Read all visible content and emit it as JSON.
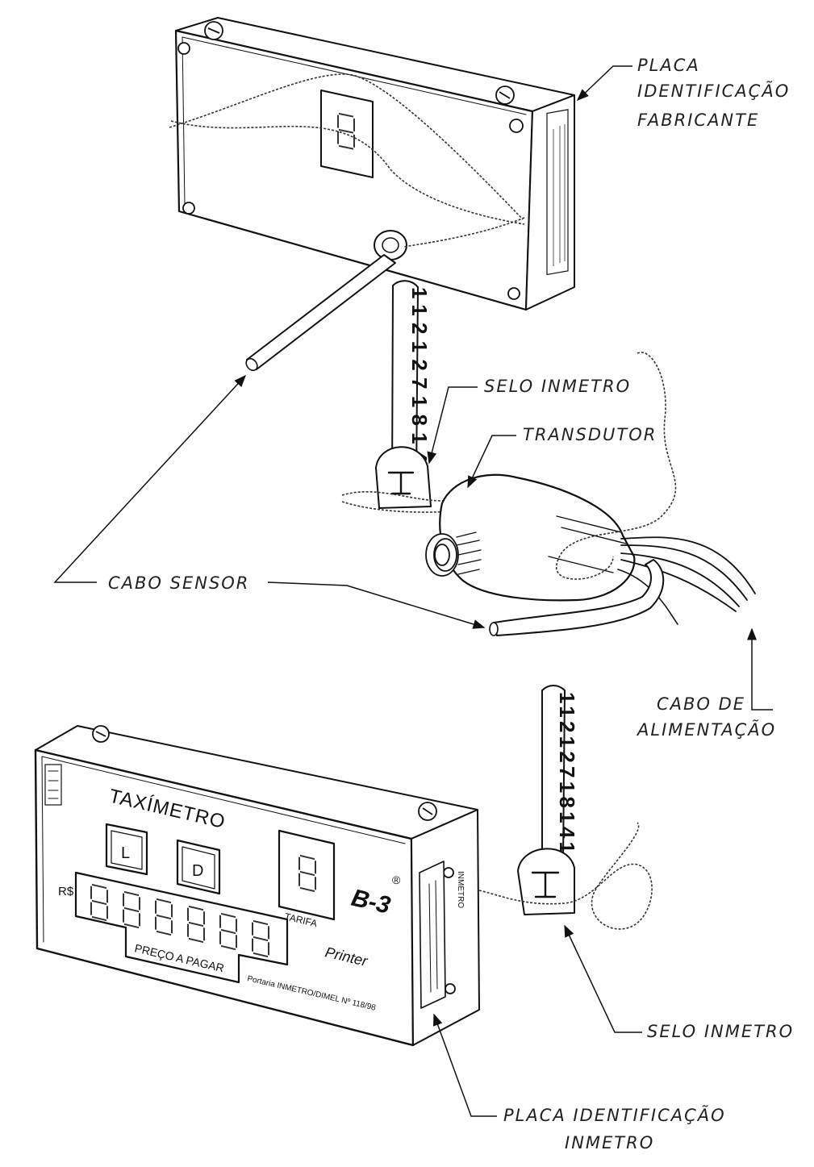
{
  "callouts": {
    "placa_fabricante": [
      "PLACA",
      "IDENTIFICAÇÃO",
      "FABRICANTE"
    ],
    "selo_top": "SELO INMETRO",
    "transdutor": "TRANSDUTOR",
    "cabo_sensor": "CABO SENSOR",
    "cabo_alimentacao": [
      "CABO DE",
      "ALIMENTAÇÃO"
    ],
    "selo_bottom": "SELO INMETRO",
    "placa_inmetro": [
      "PLACA IDENTIFICAÇÃO",
      "INMETRO"
    ]
  },
  "seal_tag_digits": "11212718141",
  "taximeter": {
    "title": "TAXÍMETRO",
    "button_l": "L",
    "button_d": "D",
    "tarifa_label": "TARIFA",
    "currency": "R$",
    "price_label": "PREÇO A PAGAR",
    "model": "B-3",
    "registered": "®",
    "brand_script": "Printer",
    "portaria": "Portaria INMETRO/DIMEL Nº 118/98",
    "side_plate": "INMETRO"
  }
}
